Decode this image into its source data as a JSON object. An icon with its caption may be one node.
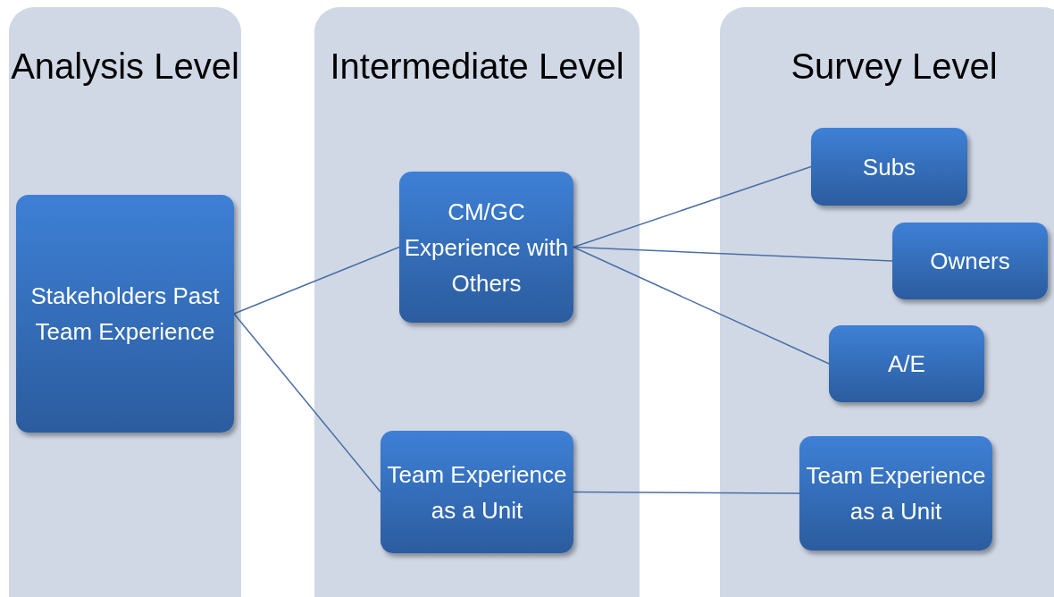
{
  "diagram": {
    "nodes": [
      {
        "text": [
          "Analysis Level"
        ]
      },
      {
        "text": [
          "Stakeholders Past Team Experience"
        ],
        "in": 0
      },
      {
        "text": [
          "Intermediate Level"
        ]
      },
      {
        "text": [
          "CM/GC Experience with Others"
        ],
        "in": 2
      },
      {
        "text": [
          "Team Experience as a Unit"
        ],
        "in": 2
      },
      {
        "text": [
          "Survey Level"
        ]
      },
      {
        "text": [
          "Subs"
        ],
        "in": 5
      },
      {
        "text": [
          "Owners"
        ],
        "in": 5
      },
      {
        "text": [
          "A/E"
        ],
        "in": 5
      },
      {
        "text": [
          "Team Experience as a Unit"
        ],
        "in": 5
      }
    ],
    "edges": [
      {
        "from": 1,
        "to": 3,
        "arrow": "none"
      },
      {
        "from": 1,
        "to": 4,
        "arrow": "none"
      },
      {
        "from": 3,
        "to": 6,
        "arrow": "none"
      },
      {
        "from": 3,
        "to": 7,
        "arrow": "none"
      },
      {
        "from": 3,
        "to": 8,
        "arrow": "none"
      },
      {
        "from": 4,
        "to": 9,
        "arrow": "none"
      }
    ]
  }
}
